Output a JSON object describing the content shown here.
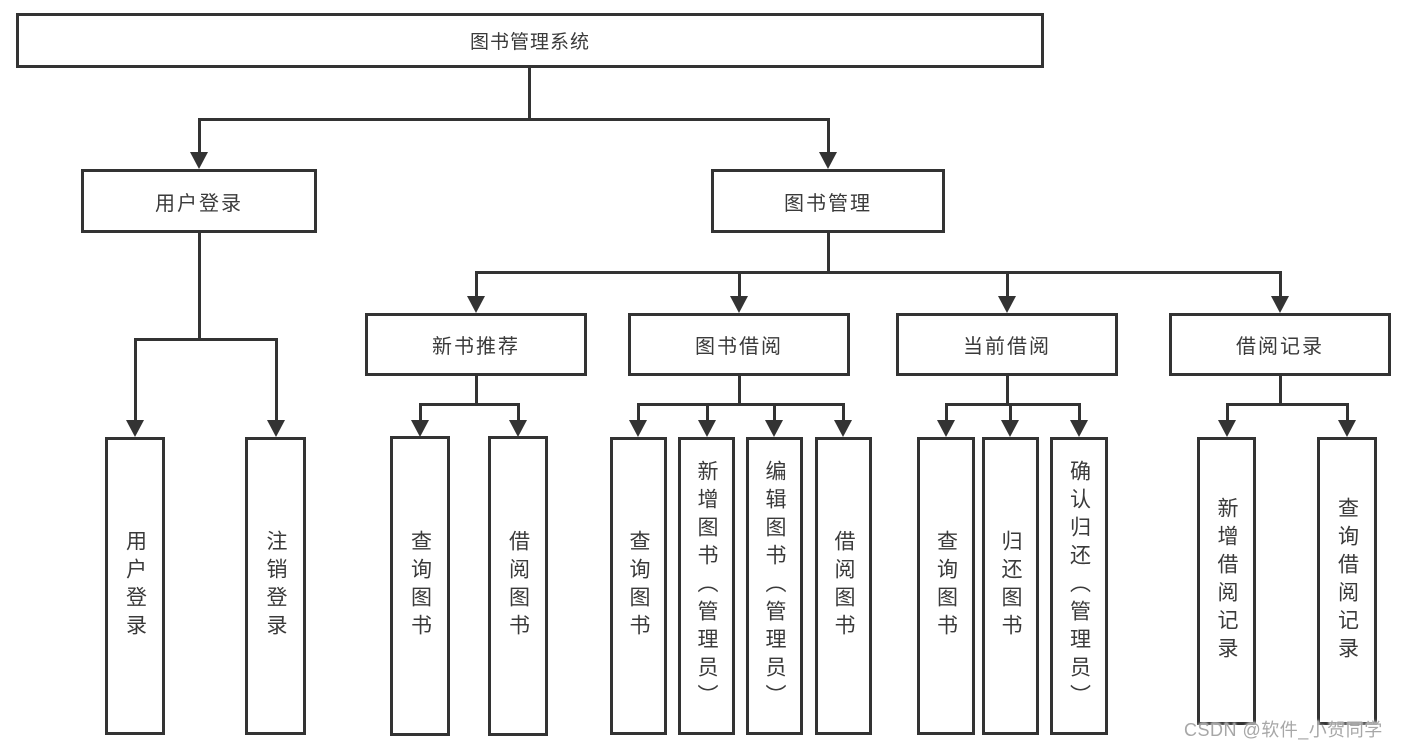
{
  "diagram_title": "图书管理系统",
  "colors": {
    "line": "#333333",
    "text": "#3a3a3a",
    "box_fill": "#ffffff",
    "watermark": "#a0a0a0"
  },
  "watermark": {
    "text": "CSDN @软件_小贺同学"
  },
  "nodes": {
    "root": {
      "label": "图书管理系统"
    },
    "user-login": {
      "label": "用户登录"
    },
    "book-management": {
      "label": "图书管理"
    },
    "leaf-user-login": {
      "label": "用户登录"
    },
    "leaf-logout": {
      "label": "注销登录"
    },
    "new-book-recommend": {
      "label": "新书推荐"
    },
    "book-borrowing": {
      "label": "图书借阅"
    },
    "current-borrowing": {
      "label": "当前借阅"
    },
    "borrowing-records": {
      "label": "借阅记录"
    },
    "nbr-query-books": {
      "label": "查询图书"
    },
    "nbr-borrow-books": {
      "label": "借阅图书"
    },
    "bb-query-books": {
      "label": "查询图书"
    },
    "bb-add-books": {
      "label": "新增图书（管理员）"
    },
    "bb-edit-books": {
      "label": "编辑图书（管理员）"
    },
    "bb-borrow-books": {
      "label": "借阅图书"
    },
    "cb-query-books": {
      "label": "查询图书"
    },
    "cb-return-books": {
      "label": "归还图书"
    },
    "cb-confirm-return": {
      "label": "确认归还（管理员）"
    },
    "br-add-record": {
      "label": "新增借阅记录"
    },
    "br-query-record": {
      "label": "查询借阅记录"
    }
  },
  "hierarchy": {
    "root": [
      "user-login",
      "book-management"
    ],
    "user-login": [
      "leaf-user-login",
      "leaf-logout"
    ],
    "book-management": [
      "new-book-recommend",
      "book-borrowing",
      "current-borrowing",
      "borrowing-records"
    ],
    "new-book-recommend": [
      "nbr-query-books",
      "nbr-borrow-books"
    ],
    "book-borrowing": [
      "bb-query-books",
      "bb-add-books",
      "bb-edit-books",
      "bb-borrow-books"
    ],
    "current-borrowing": [
      "cb-query-books",
      "cb-return-books",
      "cb-confirm-return"
    ],
    "borrowing-records": [
      "br-add-record",
      "br-query-record"
    ]
  }
}
